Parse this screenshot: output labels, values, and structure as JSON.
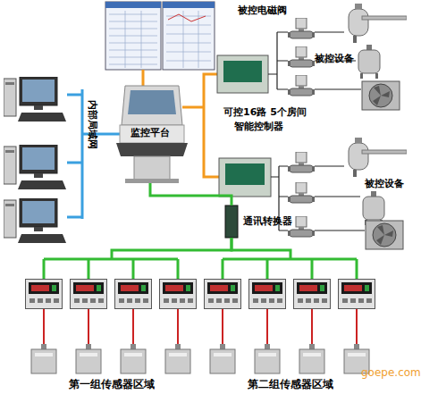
{
  "diagram": {
    "nodes": [
      {
        "text": [
          "监控平台"
        ]
      },
      {
        "text": [
          "通讯转换器"
        ]
      },
      {
        "text": [
          "第一组传感器区域"
        ]
      },
      {
        "text": [
          "第二组传感器区域"
        ]
      }
    ],
    "edges": [
      {
        "from": 0,
        "to": 1,
        "arrow": "none"
      },
      {
        "from": 1,
        "to": 2,
        "arrow": "none"
      },
      {
        "from": 1,
        "to": 3,
        "arrow": "none"
      }
    ],
    "labels": [
      "被控电磁阀",
      "可控16路 5个房间",
      "智能控制器",
      "被控设备",
      "被控设备",
      "内部局域网",
      "goepe.com"
    ]
  }
}
